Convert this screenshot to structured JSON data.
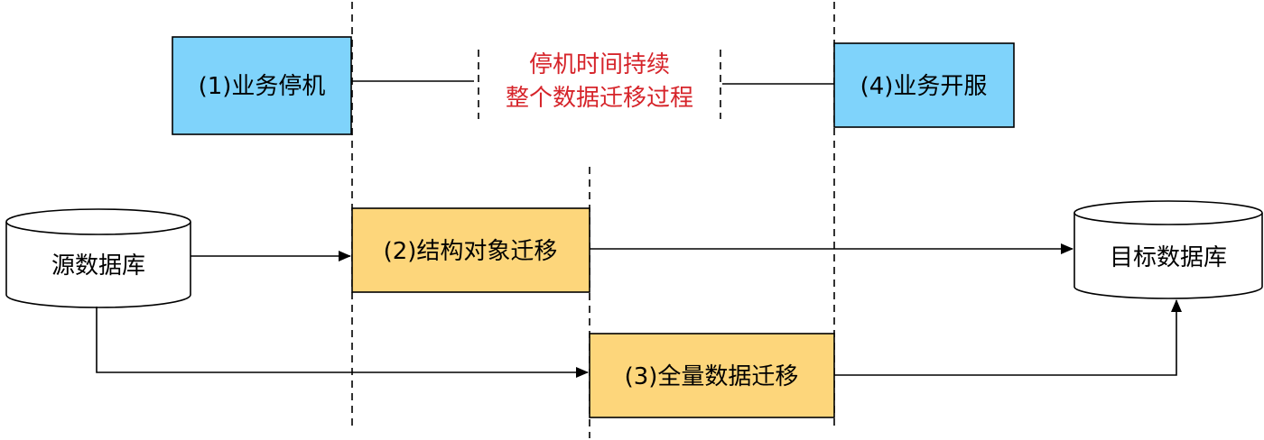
{
  "steps": {
    "stop": "(1)业务停机",
    "structure": "(2)结构对象迁移",
    "full": "(3)全量数据迁移",
    "resume": "(4)业务开服"
  },
  "databases": {
    "source": "源数据库",
    "target": "目标数据库"
  },
  "downtime_note": {
    "line1": "停机时间持续",
    "line2": "整个数据迁移过程"
  },
  "colors": {
    "blue_box": "#7fd3fb",
    "orange_box": "#fdd67b",
    "note_red": "#d6242a"
  }
}
